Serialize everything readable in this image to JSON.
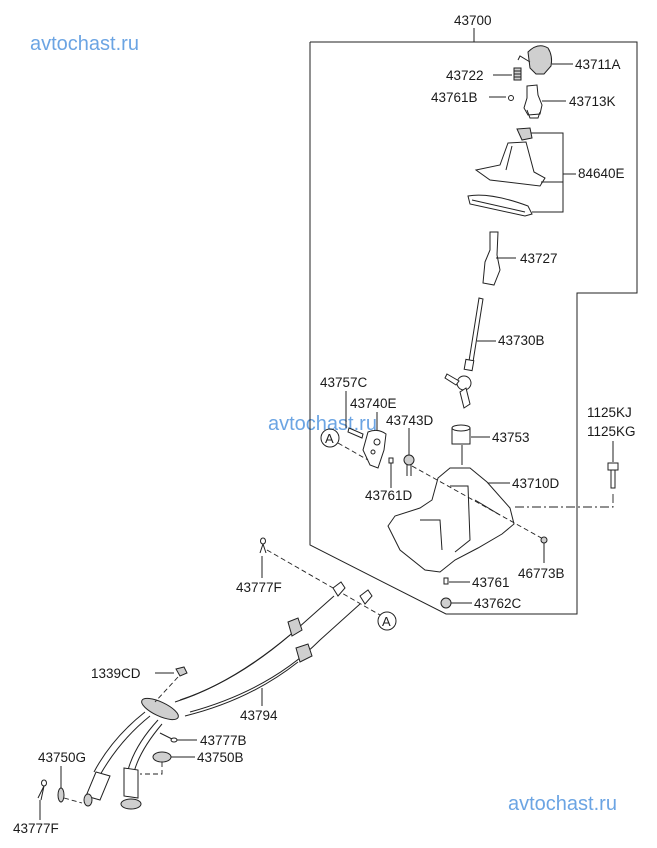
{
  "watermarks": [
    "avtochast.ru",
    "avtochast.ru",
    "avtochast.ru"
  ],
  "assembly_label": "43700",
  "callout_marker": "A",
  "parts": {
    "p43711A": "43711A",
    "p43722": "43722",
    "p43761B": "43761B",
    "p43713K": "43713K",
    "p84640E": "84640E",
    "p43727": "43727",
    "p43730B": "43730B",
    "p43757C": "43757C",
    "p43740E": "43740E",
    "p43743D": "43743D",
    "p43753": "43753",
    "p1125KJ": "1125KJ",
    "p1125KG": "1125KG",
    "p43710D": "43710D",
    "p43761D": "43761D",
    "p46773B": "46773B",
    "p43761": "43761",
    "p43762C": "43762C",
    "p43777F_top": "43777F",
    "p1339CD": "1339CD",
    "p43794": "43794",
    "p43777B": "43777B",
    "p43750G": "43750G",
    "p43750B": "43750B",
    "p43777F_bottom": "43777F"
  }
}
